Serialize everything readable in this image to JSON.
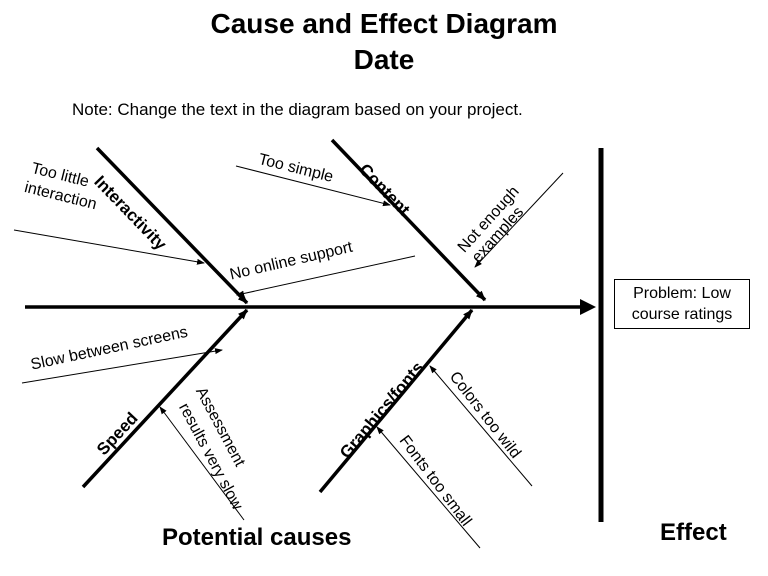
{
  "title": "Cause and Effect Diagram",
  "subtitle": "Date",
  "note": "Note: Change the text in the diagram based on your project.",
  "categories": {
    "interactivity": "Interactivity",
    "content": "Content",
    "speed": "Speed",
    "graphics": "Graphics/fonts"
  },
  "causes": {
    "too_little_interaction_1": "Too little",
    "too_little_interaction_2": "interaction",
    "no_online_support": "No online support",
    "too_simple": "Too simple",
    "not_enough_examples_1": "Not enough",
    "not_enough_examples_2": "examples",
    "slow_between_screens": "Slow between screens",
    "assessment_1": "Assessment",
    "assessment_2": "results very slow",
    "colors_too_wild": "Colors too wild",
    "fonts_too_small": "Fonts too small"
  },
  "problem_line1": "Problem: Low",
  "problem_line2": "course ratings",
  "potential_causes_label": "Potential causes",
  "effect_label": "Effect"
}
